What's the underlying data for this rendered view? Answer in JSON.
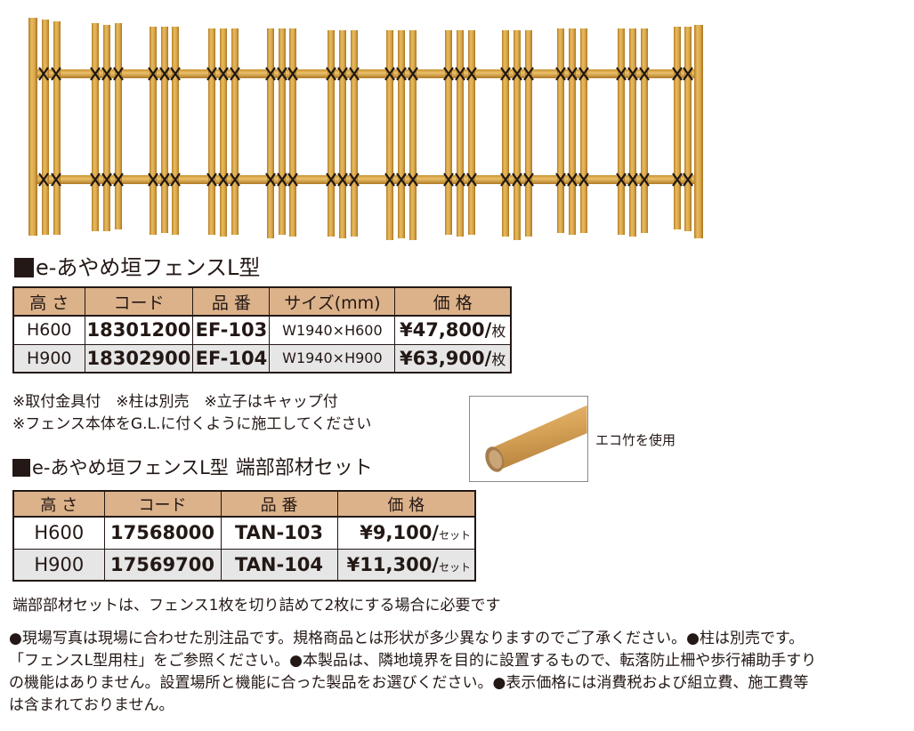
{
  "product_image": {
    "alt": "e-あやめ垣フェンスL型 bamboo fence photo",
    "colors": {
      "bamboo": "#d9a548",
      "bamboo_shade": "#b47e27",
      "tie": "#1f1712"
    }
  },
  "section1": {
    "title": "e-あやめ垣フェンスL型",
    "table": {
      "headers": [
        "高 さ",
        "コード",
        "品 番",
        "サイズ(mm)",
        "価 格"
      ],
      "rows": [
        {
          "height": "H600",
          "code": "18301200",
          "part": "EF-103",
          "size": "W1940×H600",
          "price": "¥47,800/",
          "unit": "枚"
        },
        {
          "height": "H900",
          "code": "18302900",
          "part": "EF-104",
          "size": "W1940×H900",
          "price": "¥63,900/",
          "unit": "枚"
        }
      ]
    },
    "notes": [
      "※取付金具付　※柱は別売　※立子はキャップ付",
      "※フェンス本体をG.L.に付くように施工してください"
    ]
  },
  "eco_bamboo": {
    "label": "エコ竹を使用"
  },
  "section2": {
    "title": "e-あやめ垣フェンスL型",
    "subtitle": "端部部材セット",
    "table": {
      "headers": [
        "高 さ",
        "コード",
        "品 番",
        "価 格"
      ],
      "rows": [
        {
          "height": "H600",
          "code": "17568000",
          "part": "TAN-103",
          "price": "¥9,100/",
          "unit": "セット"
        },
        {
          "height": "H900",
          "code": "17569700",
          "part": "TAN-104",
          "price": "¥11,300/",
          "unit": "セット"
        }
      ]
    },
    "note": "端部部材セットは、フェンス1枚を切り詰めて2枚にする場合に必要です"
  },
  "disclaimer": [
    "●現場写真は現場に合わせた別注品です。規格商品とは形状が多少異なりますのでご了承ください。●柱は別売です。",
    "「フェンスL型用柱」をご参照ください。●本製品は、隣地境界を目的に設置するもので、転落防止柵や歩行補助手すり",
    "の機能はありません。設置場所と機能に合った製品をお選びください。●表示価格には消費税および組立費、施工費等",
    "は含まれておりません。"
  ],
  "colors": {
    "header_bg": "#dcb28a",
    "alt_row_bg": "#e6e6e6",
    "text": "#231815"
  }
}
